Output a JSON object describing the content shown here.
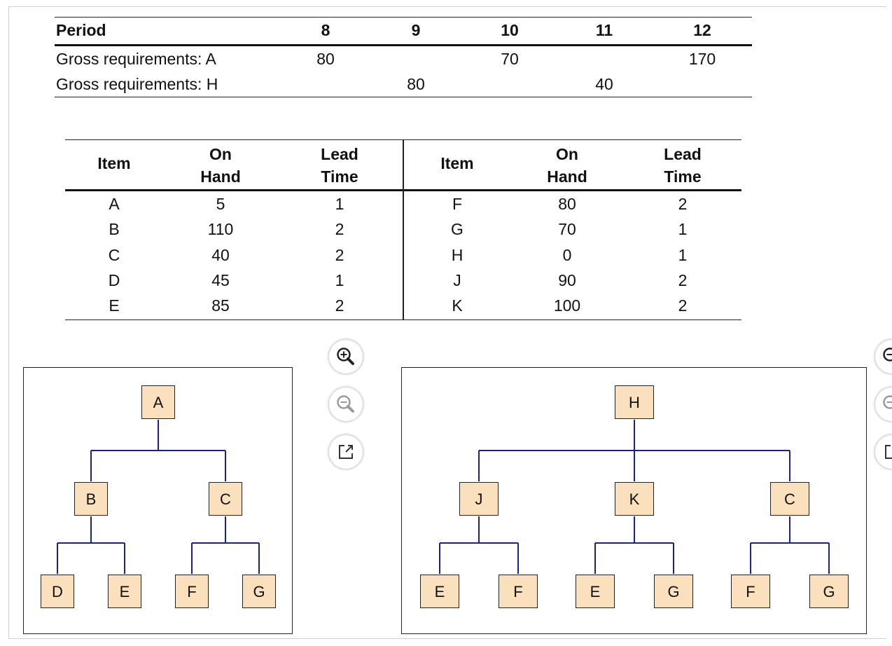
{
  "requirements_table": {
    "header_label": "Period",
    "periods": [
      "8",
      "9",
      "10",
      "11",
      "12"
    ],
    "rows": [
      {
        "label": "Gross requirements: A",
        "values": [
          "80",
          "",
          "70",
          "",
          "170"
        ]
      },
      {
        "label": "Gross requirements: H",
        "values": [
          "",
          "80",
          "",
          "40",
          ""
        ]
      }
    ]
  },
  "inventory_table": {
    "headers": {
      "item": "Item",
      "on_hand_1": "On",
      "on_hand_2": "Hand",
      "lead_1": "Lead",
      "lead_2": "Time"
    },
    "left": [
      {
        "item": "A",
        "on_hand": "5",
        "lead": "1"
      },
      {
        "item": "B",
        "on_hand": "110",
        "lead": "2"
      },
      {
        "item": "C",
        "on_hand": "40",
        "lead": "2"
      },
      {
        "item": "D",
        "on_hand": "45",
        "lead": "1"
      },
      {
        "item": "E",
        "on_hand": "85",
        "lead": "2"
      }
    ],
    "right": [
      {
        "item": "F",
        "on_hand": "80",
        "lead": "2"
      },
      {
        "item": "G",
        "on_hand": "70",
        "lead": "1"
      },
      {
        "item": "H",
        "on_hand": "0",
        "lead": "1"
      },
      {
        "item": "J",
        "on_hand": "90",
        "lead": "2"
      },
      {
        "item": "K",
        "on_hand": "100",
        "lead": "2"
      }
    ]
  },
  "tree_a": {
    "root": "A",
    "level1": [
      "B",
      "C"
    ],
    "level2": [
      "D",
      "E",
      "F",
      "G"
    ]
  },
  "tree_h": {
    "root": "H",
    "level1": [
      "J",
      "K",
      "C"
    ],
    "level2": [
      "E",
      "F",
      "E",
      "G",
      "F",
      "G"
    ]
  },
  "toolbar_icons": [
    "zoom-in-icon",
    "zoom-out-icon",
    "open-external-icon"
  ],
  "colors": {
    "node_fill": "#fae0bd",
    "connector": "#1a237e"
  }
}
